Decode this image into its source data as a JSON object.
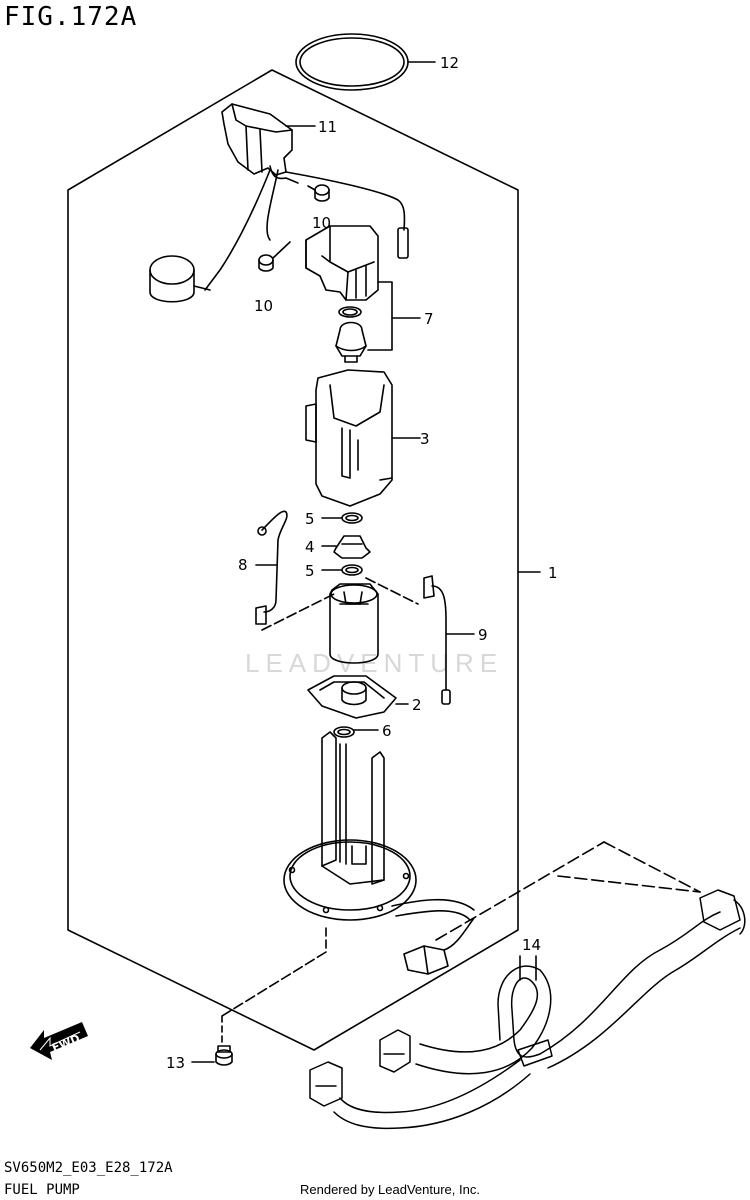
{
  "figure": {
    "title": "FIG.172A",
    "code": "SV650M2_E03_E28_172A",
    "name": "FUEL PUMP",
    "rendered_by": "Rendered by LeadVenture, Inc.",
    "watermark": "LEADVENTURE",
    "fwd_label": "FWD"
  },
  "callouts": [
    "1",
    "2",
    "3",
    "4",
    "5",
    "5",
    "6",
    "7",
    "8",
    "9",
    "10",
    "10",
    "11",
    "12",
    "13",
    "14"
  ]
}
